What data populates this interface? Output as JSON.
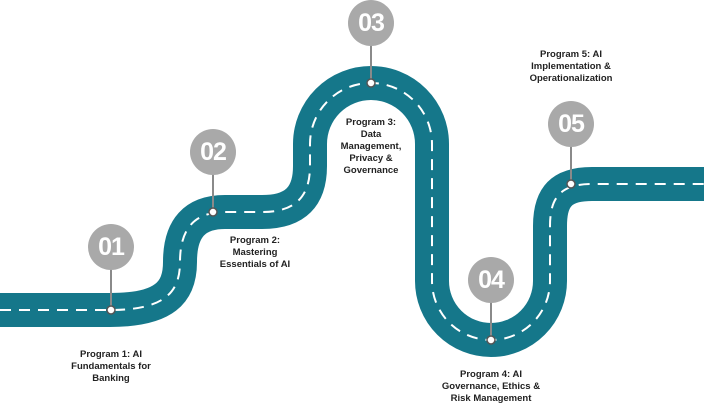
{
  "colors": {
    "road": "#15778a",
    "marker": "#a9a9a9",
    "dash": "#ffffff"
  },
  "milestones": [
    {
      "number": "01",
      "label_lines": [
        "Program 1: AI",
        "Fundamentals for",
        "Banking"
      ]
    },
    {
      "number": "02",
      "label_lines": [
        "Program 2:",
        "Mastering",
        "Essentials of AI"
      ]
    },
    {
      "number": "03",
      "label_lines": [
        "Program 3:",
        "Data",
        "Management,",
        "Privacy &",
        "Governance"
      ]
    },
    {
      "number": "04",
      "label_lines": [
        "Program 4: AI",
        "Governance, Ethics &",
        "Risk Management"
      ]
    },
    {
      "number": "05",
      "label_lines": [
        "Program 5: AI",
        "Implementation &",
        "Operationalization"
      ]
    }
  ]
}
